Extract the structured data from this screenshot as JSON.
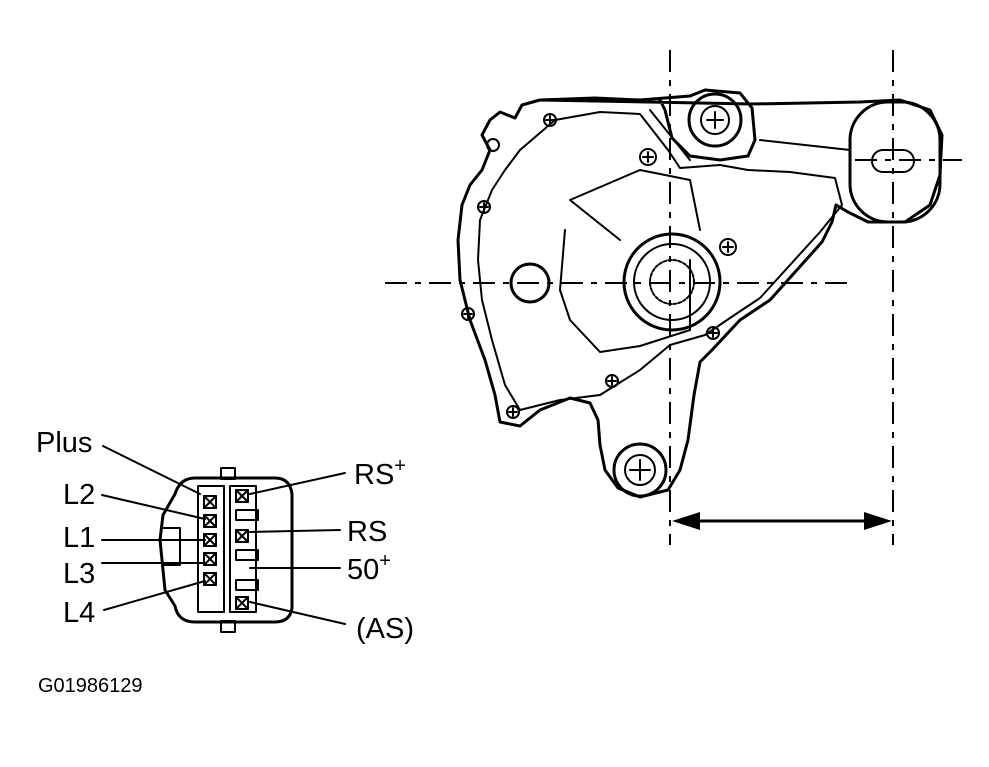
{
  "connector": {
    "left_pins": [
      "Plus",
      "L2",
      "L1",
      "L3",
      "L4"
    ],
    "right_pins": [
      {
        "base": "RS",
        "sup": "+"
      },
      {
        "base": "RS",
        "sup": ""
      },
      {
        "base": "50",
        "sup": "+"
      },
      {
        "base": "(AS)",
        "sup": ""
      }
    ]
  },
  "figure_id": "G01986129"
}
